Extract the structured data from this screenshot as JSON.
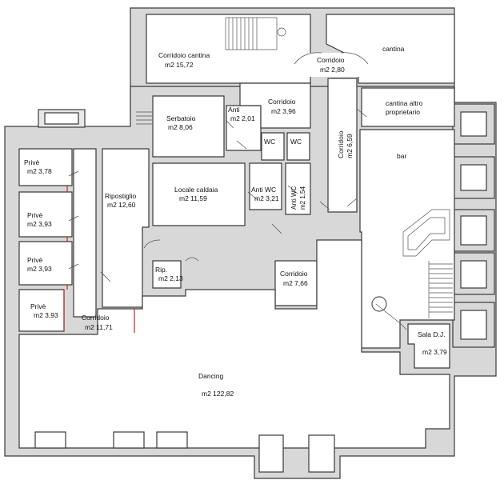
{
  "rooms": {
    "corridoio_cantina": {
      "name": "Corridoio cantina",
      "area": "m2  15,72"
    },
    "corridoio_top": {
      "name": "Corridoio",
      "area": "m2  2,80"
    },
    "cantina": {
      "name": "cantina"
    },
    "cantina_altro": {
      "name": "cantina altro",
      "name2": "proprietario"
    },
    "serbatoio": {
      "name": "Serbatoio",
      "area": "m2  8,06"
    },
    "anti": {
      "name": "Anti",
      "area": "m2  2,01"
    },
    "corridoio_mid": {
      "name": "Corridoio",
      "area": "m2  3,96"
    },
    "corridoio_vert": {
      "name": "Corridoio",
      "area": "m2  6,59"
    },
    "wc1": {
      "name": "WC"
    },
    "wc2": {
      "name": "WC"
    },
    "bar": {
      "name": "bar"
    },
    "prive1": {
      "name": "Privè",
      "area": "m2  3,78"
    },
    "prive2": {
      "name": "Privè",
      "area": "m2  3,93"
    },
    "prive3": {
      "name": "Privè",
      "area": "m2  3,93"
    },
    "prive4": {
      "name": "Privè",
      "area": "m2  3,93"
    },
    "ripostiglio": {
      "name": "Ripostiglio",
      "area": "m2  12,60"
    },
    "locale_caldaia": {
      "name": "Locale caldaia",
      "area": "m2  11,59"
    },
    "anti_wc1": {
      "name": "Anti WC",
      "area": "m2  3,21"
    },
    "anti_wc2": {
      "name": "Anti WC",
      "area": "m2  1,54"
    },
    "rip": {
      "name": "Rip.",
      "area": "m2  2,13"
    },
    "corridoio_low": {
      "name": "Corridoio",
      "area": "m2  7,66"
    },
    "corridoio_bottom": {
      "name": "Corridoio",
      "area": "m2  11,71"
    },
    "sala_dj": {
      "name": "Sala D.J.",
      "area": "m2  3,79"
    },
    "dancing": {
      "name": "Dancing",
      "area": "m2  122,82"
    }
  },
  "colors": {
    "wall_fill": "#d8d8d8",
    "line": "#3a3a3a",
    "partition_red": "#c62828",
    "background": "#ffffff"
  }
}
